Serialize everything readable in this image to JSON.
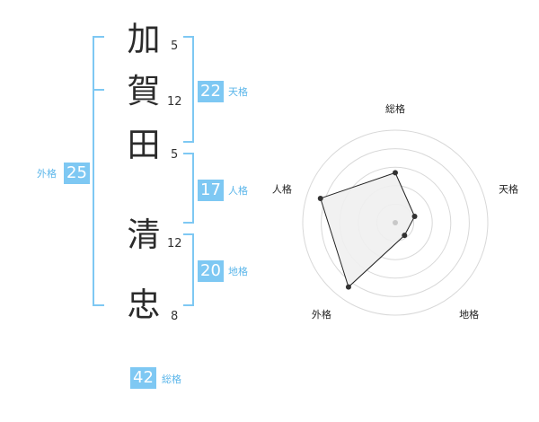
{
  "name": {
    "chars": [
      {
        "char": "加",
        "strokes": "5"
      },
      {
        "char": "賀",
        "strokes": "12"
      },
      {
        "char": "田",
        "strokes": "5"
      },
      {
        "char": "清",
        "strokes": "12"
      },
      {
        "char": "忠",
        "strokes": "8"
      }
    ]
  },
  "kaku": {
    "tenkaku": {
      "label": "天格",
      "value": "22"
    },
    "jinkaku": {
      "label": "人格",
      "value": "17"
    },
    "chikaku": {
      "label": "地格",
      "value": "20"
    },
    "gaikaku": {
      "label": "外格",
      "value": "25"
    },
    "soukaku": {
      "label": "総格",
      "value": "42"
    }
  },
  "chart_data": {
    "type": "radar",
    "axes": [
      "総格",
      "天格",
      "地格",
      "外格",
      "人格"
    ],
    "values": [
      0.54,
      0.22,
      0.17,
      0.86,
      0.85
    ],
    "range": [
      0,
      1
    ],
    "colors": {
      "accent": "#7ec8f3",
      "grid": "#d8d8d8",
      "fill": "#f0f0f0",
      "line": "#222222"
    }
  }
}
